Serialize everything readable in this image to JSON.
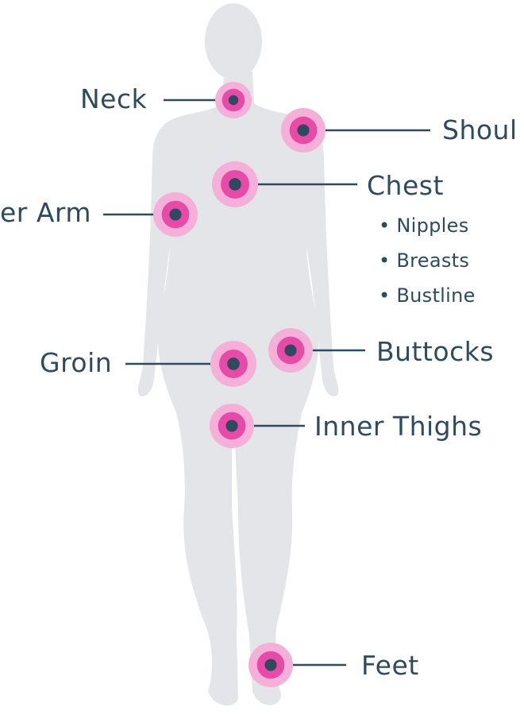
{
  "colors": {
    "silhouette": "#e4e5e8",
    "marker_outer": "#f4b0d9",
    "marker_mid": "#e84aa7",
    "marker_center": "#2e4a60",
    "leader_line": "#2e4a60",
    "text": "#2e4a60"
  },
  "body_areas": [
    {
      "id": "neck",
      "label": "Neck"
    },
    {
      "id": "shoulder",
      "label": "Shoul"
    },
    {
      "id": "chest",
      "label": "Chest",
      "sub_items": [
        "Nipples",
        "Breasts",
        "Bustline"
      ]
    },
    {
      "id": "upper-arm",
      "label": "er Arm"
    },
    {
      "id": "groin",
      "label": "Groin"
    },
    {
      "id": "buttocks",
      "label": "Buttocks"
    },
    {
      "id": "inner-thighs",
      "label": "Inner Thighs"
    },
    {
      "id": "feet",
      "label": "Feet"
    }
  ]
}
